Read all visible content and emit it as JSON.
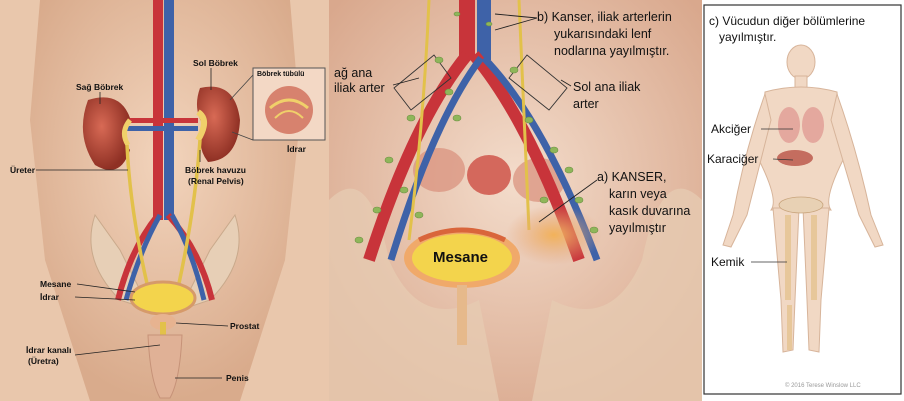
{
  "panel_a": {
    "right_kidney": "Sağ Böbrek",
    "left_kidney": "Sol Böbrek",
    "nephron": "Böbrek tübülü",
    "urine_inset": "İdrar",
    "ureter": "Üreter",
    "renal_pelvis_line1": "Böbrek havuzu",
    "renal_pelvis_line2": "(Renal Pelvis)",
    "bladder": "Mesane",
    "urine": "İdrar",
    "prostate": "Prostat",
    "urethra_line1": "İdrar kanalı",
    "urethra_line2": "(Üretra)",
    "penis": "Penis"
  },
  "panel_b": {
    "right_iliac_line1": "ağ ana",
    "right_iliac_line2": "iliak arter",
    "lymph_line1": "b) Kanser, iliak arterlerin",
    "lymph_line2": "yukarısındaki lenf",
    "lymph_line3": "nodlarına yayılmıştır.",
    "left_iliac_line1": "Sol ana iliak",
    "left_iliac_line2": "arter",
    "cancer_line1": "a) KANSER,",
    "cancer_line2": "karın veya",
    "cancer_line3": "kasık duvarına",
    "cancer_line4": "yayılmıştır",
    "bladder": "Mesane"
  },
  "panel_c": {
    "title_line1": "c) Vücudun diğer bölümlerine",
    "title_line2": "yayılmıştır.",
    "lung": "Akciğer",
    "liver": "Karaciğer",
    "bone": "Kemik",
    "copyright": "© 2016 Terese Winslow LLC"
  },
  "colors": {
    "skin": "#e9c7ac",
    "artery": "#c8343a",
    "vein": "#3e62a8",
    "kidney": "#b44a3c",
    "nerve": "#e2c14a",
    "lymph_node": "#8fb65a",
    "bladder_urine": "#f3d44c"
  }
}
